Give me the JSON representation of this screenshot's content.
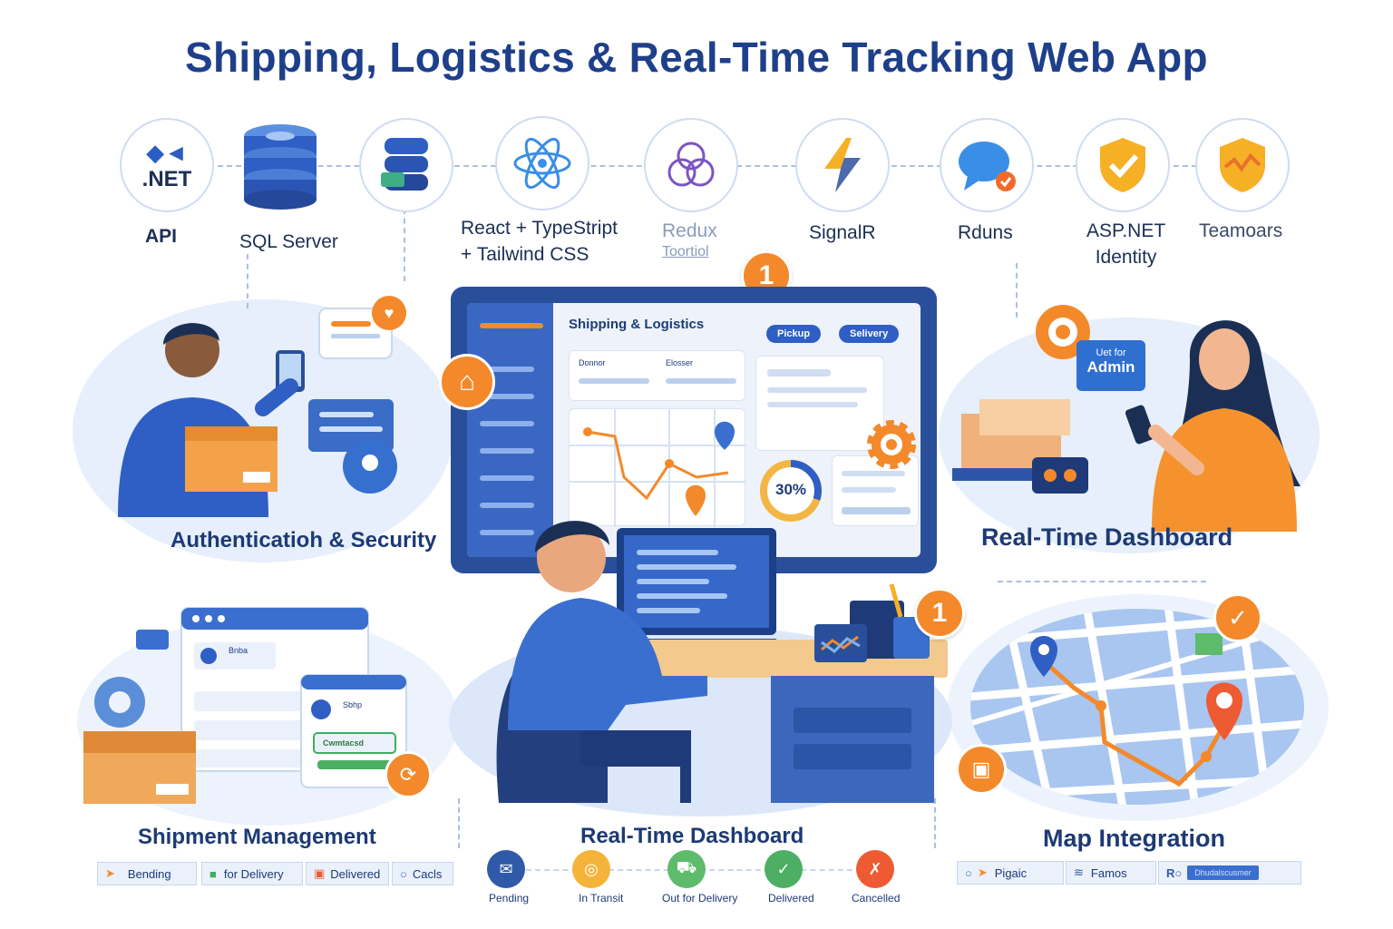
{
  "title": "Shipping, Logistics & Real-Time Tracking Web App",
  "tech": [
    {
      "label": "API",
      "icon": "dotnet-icon",
      "badge": ".NET"
    },
    {
      "label": "SQL Server",
      "icon": "database-icon"
    },
    {
      "label": "",
      "icon": "server-stack-icon"
    },
    {
      "label_line1": "React + TypeStript",
      "label_line2": "+ Tailwind CSS",
      "icon": "react-atom-icon"
    },
    {
      "label_line1": "Redux",
      "label_line2": "Toortiol",
      "icon": "redux-icon"
    },
    {
      "label": "SignalR",
      "icon": "lightning-icon"
    },
    {
      "label": "Rduns",
      "icon": "chat-bubble-icon"
    },
    {
      "label_line1": "ASP.NET",
      "label_line2": "Identity",
      "icon": "shield-check-icon"
    },
    {
      "label": "Teamoars",
      "icon": "shield-wave-icon"
    }
  ],
  "sections": {
    "auth": "Authenticatioh & Security",
    "dashboard_right": "Real-Time Dashboard",
    "shipment": "Shipment Management",
    "dashboard_bottom": "Real-Time Dashboard",
    "map": "Map Integration"
  },
  "monitor": {
    "title": "Shipping & Logistics",
    "pill_pickup": "Pickup",
    "pill_delivery": "Selivery",
    "col1": "Donnor",
    "col2": "Elosser",
    "progress_label": "30%",
    "progress": 0.3
  },
  "admin_bubble": {
    "line1": "Uet for",
    "line2": "Admin"
  },
  "badge_number": "1",
  "shipment_panel": {
    "item1": "Bnba",
    "card_title": "Sbhp",
    "chip": "Cwmtacsd"
  },
  "legend_left": [
    "Bending",
    "for Delivery",
    "Delivered",
    "Cacls"
  ],
  "legend_right": [
    "Pigaic",
    "Famos",
    "Dhudalscusmer"
  ],
  "status_steps": [
    {
      "label": "Pending",
      "color": "#2f5aa8",
      "icon": "envelope-icon"
    },
    {
      "label": "In Transit",
      "color": "#f6b33a",
      "icon": "target-icon"
    },
    {
      "label": "Out for Delivery",
      "color": "#5dbb6b",
      "icon": "truck-icon"
    },
    {
      "label": "Delivered",
      "color": "#4caf64",
      "icon": "check-icon"
    },
    {
      "label": "Cancelled",
      "color": "#ee5a32",
      "icon": "cancel-icon"
    }
  ],
  "colors": {
    "brand": "#1e3f8a",
    "accent": "#f3892a",
    "monitor": "#2a4f9a"
  }
}
